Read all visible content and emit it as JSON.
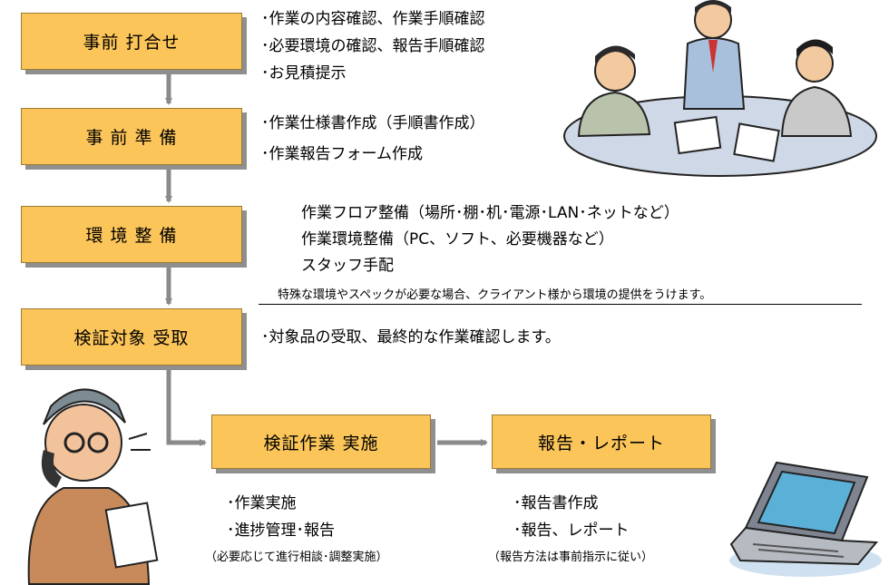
{
  "steps": {
    "s1": "事前 打合せ",
    "s2": "事 前 準 備",
    "s3": "環 境 整 備",
    "s4": "検証対象 受取",
    "s5": "検証作業 実施",
    "s6": "報告・レポート"
  },
  "notes": {
    "meeting": [
      "･作業の内容確認、作業手順確認",
      "･必要環境の確認、報告手順確認",
      "･お見積提示"
    ],
    "prep": [
      "･作業仕様書作成（手順書作成）",
      "･作業報告フォーム作成"
    ],
    "env": [
      "作業フロア整備（場所･棚･机･電源･LAN･ネットなど）",
      "作業環境整備（PC、ソフト、必要機器など）",
      "スタッフ手配"
    ],
    "env_remark": "特殊な環境やスペックが必要な場合、クライアント様から環境の提供をうけます。",
    "receive": [
      "･対象品の受取、最終的な作業確認します。"
    ],
    "exec": [
      "･作業実施",
      "･進捗管理･報告"
    ],
    "exec_paren": "（必要応じて進行相談･調整実施）",
    "report": [
      "･報告書作成",
      "･報告、レポート"
    ],
    "report_paren": "（報告方法は事前指示に従い）"
  },
  "colors": {
    "step_fill": "#fcc55a",
    "step_shadow": "#8f8f8f",
    "connector": "#8a8a8a"
  }
}
